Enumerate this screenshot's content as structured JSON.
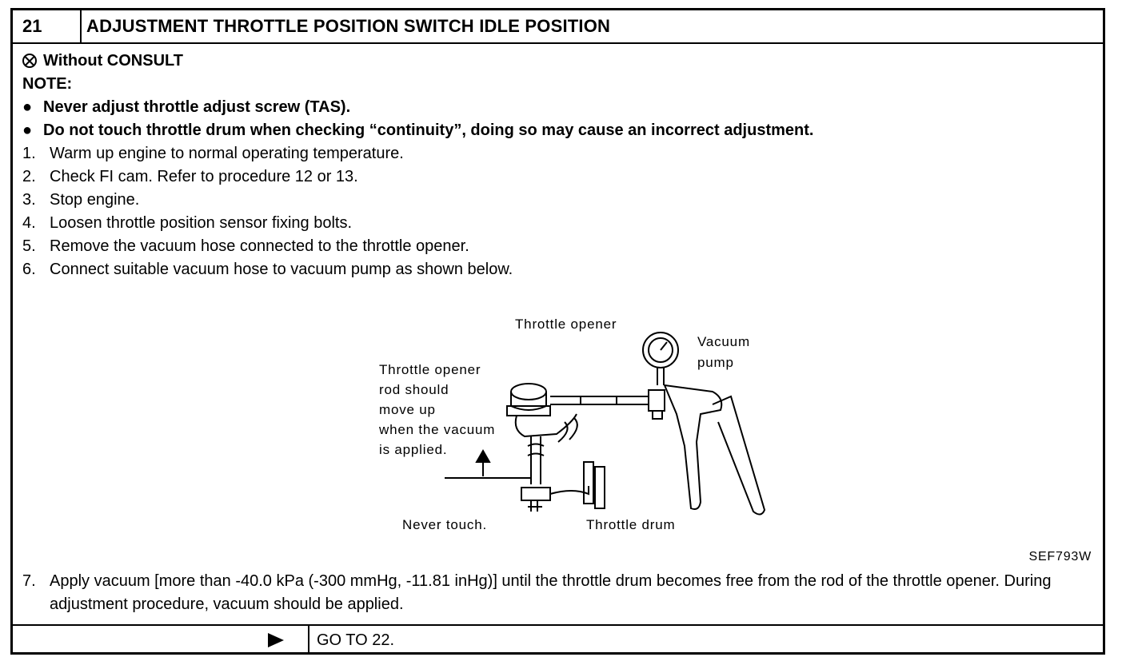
{
  "header": {
    "step_number": "21",
    "title": "ADJUSTMENT THROTTLE POSITION SWITCH IDLE POSITION"
  },
  "consult": {
    "icon": "no-consult-icon",
    "label": "Without CONSULT"
  },
  "note_label": "NOTE:",
  "notes": [
    "Never adjust throttle adjust screw (TAS).",
    "Do not touch throttle drum when checking “continuity”, doing so may cause an incorrect adjustment."
  ],
  "steps": [
    {
      "num": "1.",
      "text": "Warm up engine to normal operating temperature."
    },
    {
      "num": "2.",
      "text": "Check FI cam. Refer to procedure 12 or 13."
    },
    {
      "num": "3.",
      "text": "Stop engine."
    },
    {
      "num": "4.",
      "text": "Loosen throttle position sensor fixing bolts."
    },
    {
      "num": "5.",
      "text": "Remove the vacuum hose connected to the throttle opener."
    },
    {
      "num": "6.",
      "text": "Connect suitable vacuum hose to vacuum pump as shown below."
    },
    {
      "num": "7.",
      "text": "Apply vacuum [more than -40.0 kPa (-300 mmHg, -11.81 inHg)] until the throttle drum becomes free from the rod of the throttle opener. During adjustment procedure, vacuum should be applied."
    }
  ],
  "figure": {
    "labels": {
      "throttle_opener": "Throttle opener",
      "vacuum_pump_1": "Vacuum",
      "vacuum_pump_2": "pump",
      "rod_1": "Throttle opener",
      "rod_2": "rod should",
      "rod_3": "move up",
      "rod_4": "when the vacuum",
      "rod_5": "is applied.",
      "never_touch": "Never touch.",
      "throttle_drum": "Throttle drum"
    },
    "code": "SEF793W"
  },
  "footer": {
    "arrow_icon": "right-arrow-icon",
    "goto": "GO TO 22."
  }
}
